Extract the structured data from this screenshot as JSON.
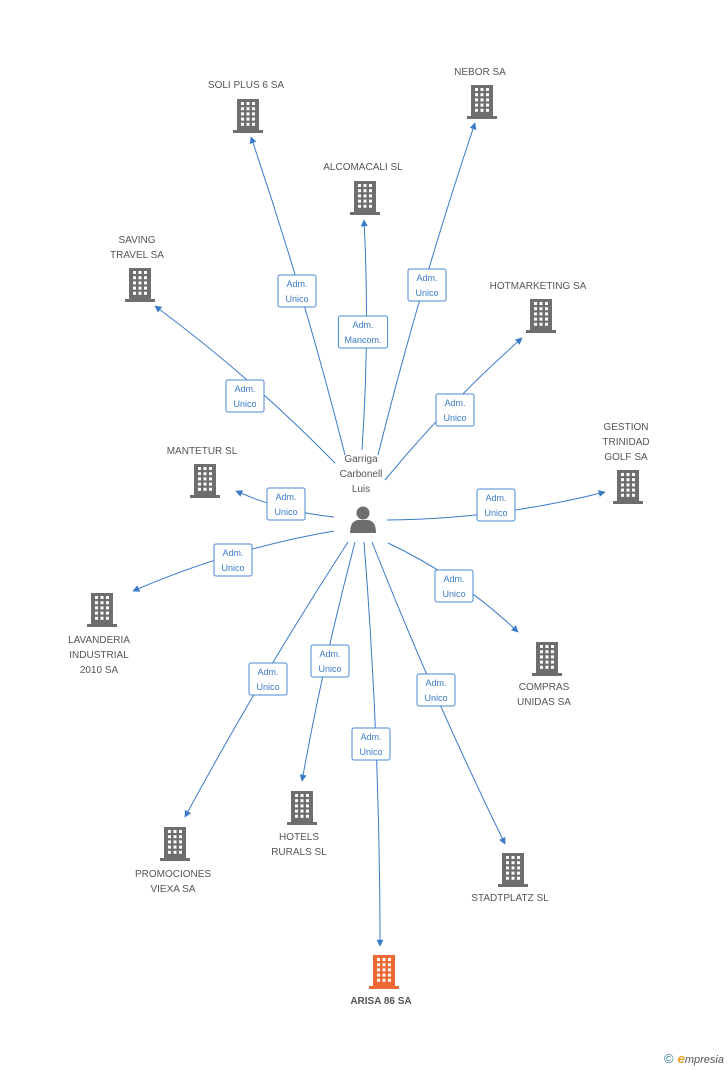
{
  "person": {
    "name_lines": [
      "Garriga",
      "Carbonell",
      "Luis"
    ],
    "icon": "person-icon"
  },
  "companies": [
    {
      "id": "soli_plus_6_sa",
      "label_lines": [
        "SOLI PLUS 6 SA"
      ],
      "role_lines": [
        "Adm.",
        "Unico"
      ]
    },
    {
      "id": "nebor_sa",
      "label_lines": [
        "NEBOR SA"
      ],
      "role_lines": [
        "Adm.",
        "Unico"
      ]
    },
    {
      "id": "alcomacali_sl",
      "label_lines": [
        "ALCOMACALI SL"
      ],
      "role_lines": [
        "Adm.",
        "Mancom."
      ]
    },
    {
      "id": "saving_travel_sa",
      "label_lines": [
        "SAVING",
        "TRAVEL SA"
      ],
      "role_lines": [
        "Adm.",
        "Unico"
      ]
    },
    {
      "id": "hotmarketing_sa",
      "label_lines": [
        "HOTMARKETING SA"
      ],
      "role_lines": [
        "Adm.",
        "Unico"
      ]
    },
    {
      "id": "mantetur_sl",
      "label_lines": [
        "MANTETUR SL"
      ],
      "role_lines": [
        "Adm.",
        "Unico"
      ]
    },
    {
      "id": "gestion_trinidad_golf_sa",
      "label_lines": [
        "GESTION",
        "TRINIDAD",
        "GOLF SA"
      ],
      "role_lines": [
        "Adm.",
        "Unico"
      ]
    },
    {
      "id": "lavanderia_industrial_2010_sa",
      "label_lines": [
        "LAVANDERIA",
        "INDUSTRIAL",
        "2010 SA"
      ],
      "role_lines": [
        "Adm.",
        "Unico"
      ]
    },
    {
      "id": "compras_unidas_sa",
      "label_lines": [
        "COMPRAS",
        "UNIDAS SA"
      ],
      "role_lines": [
        "Adm.",
        "Unico"
      ]
    },
    {
      "id": "promociones_viexa_sa",
      "label_lines": [
        "PROMOCIONES",
        "VIEXA SA"
      ],
      "role_lines": [
        "Adm.",
        "Unico"
      ]
    },
    {
      "id": "hotels_rurals_sl",
      "label_lines": [
        "HOTELS",
        "RURALS SL"
      ],
      "role_lines": [
        "Adm.",
        "Unico"
      ]
    },
    {
      "id": "arisa_86_sa",
      "label_lines": [
        "ARISA 86 SA"
      ],
      "role_lines": [
        "Adm.",
        "Unico"
      ],
      "highlight": true
    },
    {
      "id": "stadtplatz_sl",
      "label_lines": [
        "STADTPLATZ SL"
      ],
      "role_lines": [
        "Adm.",
        "Unico"
      ]
    }
  ],
  "colors": {
    "building": "#6e6e6e",
    "building_highlight": "#f06a35",
    "edge": "#3a7bc8",
    "person": "#6e6e6e"
  },
  "watermark": {
    "copyright": "©",
    "brand_initial": "e",
    "brand_rest": "mpresia"
  }
}
